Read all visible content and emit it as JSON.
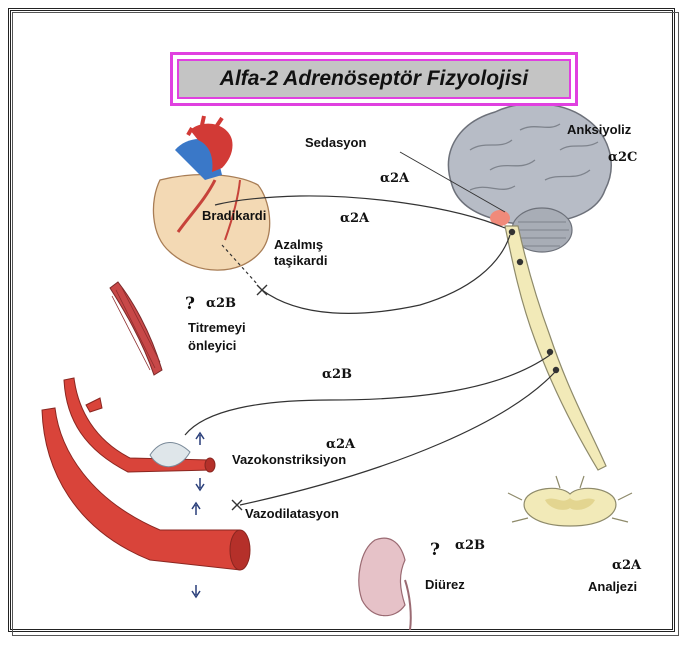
{
  "title": "Alfa-2 Adrenöseptör Fizyolojisi",
  "labels": {
    "sedasyon": "Sedasyon",
    "anksiyoliz": "Anksiyoliz",
    "bradikardi": "Bradikardi",
    "azalmis_1": "Azalmış",
    "azalmis_2": "taşikardi",
    "titremeyi_1": "Titremeyi",
    "titremeyi_2": "önleyici",
    "vazokonstriksiyon": "Vazokonstriksiyon",
    "vazodilatasyon": "Vazodilatasyon",
    "diurez": "Diürez",
    "analjezi": "Analjezi"
  },
  "receptors": {
    "sedation": "α2A",
    "anxiolysis": "α2C",
    "heart": "α2A",
    "shivering": "α2B",
    "middle": "α2B",
    "vasoconstriction": "α2A",
    "diuresis": "α2B",
    "analgesia": "α2A"
  },
  "question_mark": "?",
  "colors": {
    "title_border": "#e040e0",
    "title_fill": "#c4c4c4",
    "brain": "#b7bcc6",
    "spinal_cord": "#f2eab8",
    "heart": "#f3d9b4",
    "vessel": "#d9443a",
    "nerve": "#333333"
  },
  "icons": [
    "heart-illustration",
    "brain-illustration",
    "spinal-cord-illustration",
    "muscle-illustration",
    "artery-illustration",
    "kidney-illustration",
    "spinal-cross-section-illustration"
  ]
}
